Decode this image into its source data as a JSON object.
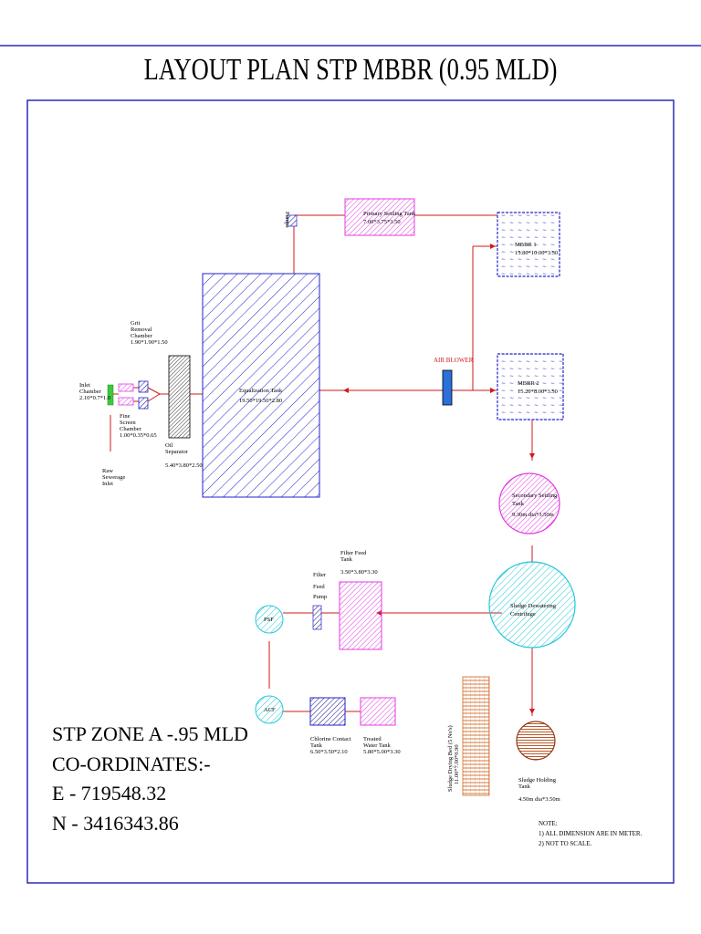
{
  "title": "LAYOUT PLAN  STP MBBR  (0.95 MLD)",
  "colors": {
    "frame": "#2b2bb8",
    "pipe": "#d01a1a",
    "magenta": "#e23ce2",
    "blue": "#2222cc",
    "cyan": "#22c8d8",
    "brown": "#b85a2a",
    "green": "#3ec83e"
  },
  "labels": {
    "inlet_chamber": [
      "Inlet",
      "Chamber",
      "2.10*0.7*1.0"
    ],
    "raw_sewage": [
      "Raw",
      "Sewerage",
      "Inlet"
    ],
    "grit_chamber": [
      "Grit",
      "Removal",
      "Chamber",
      "1.90*1.90*1.50"
    ],
    "fine_screen": [
      "Fine",
      "Screen",
      "Chamber",
      "1.00*0.35*0.65"
    ],
    "oil_separator": [
      "Oil",
      "Separator",
      "5.40*3.80*2.50"
    ],
    "equalization": [
      "Equalization Tank",
      "19.50*19.50*2.80"
    ],
    "pump": "Pumps",
    "primary_settling": [
      "Primary Settling Tank",
      "7.00*3.75*3.50"
    ],
    "mbbr1": [
      "MBBR 1",
      "15.80*10.00*3.50"
    ],
    "mbbr2": [
      "MBBR 2",
      "15.20*8.00*3.50"
    ],
    "air_blower": "AIR BLOWER",
    "secondary_settling": [
      "Secondary Settling",
      "Tank",
      "9.30m dia*3.50m"
    ],
    "sludge_dewatering": [
      "Sludge Dewatering",
      "Centrifuge"
    ],
    "filter_feed_tank": [
      "Filter Feed",
      "Tank",
      "3.50*3.80*3.30"
    ],
    "filter_feed_pump": [
      "Filter",
      "Feed",
      "Pump"
    ],
    "psf": "PSF",
    "acf": "ACF",
    "chlorine_tank": [
      "Chlorine Contact",
      "Tank",
      "6.50*3.50*2.10"
    ],
    "treated_water": [
      "Treated",
      "Water Tank",
      "5.80*5.00*3.30"
    ],
    "sludge_drying": [
      "Sludge Drying Bed (5 No's)",
      "11.00*7.00*0.90"
    ],
    "sludge_holding": [
      "Sludge Holding",
      "Tank",
      "4.50m dia*3.50m"
    ]
  },
  "zone": {
    "line1": "STP ZONE A -.95 MLD",
    "line2": "CO-ORDINATES:-",
    "line3": "E - 719548.32",
    "line4": "N - 3416343.86"
  },
  "notes": [
    "NOTE:",
    "1) ALL DIMENSION ARE IN METER.",
    "2) NOT TO SCALE."
  ]
}
